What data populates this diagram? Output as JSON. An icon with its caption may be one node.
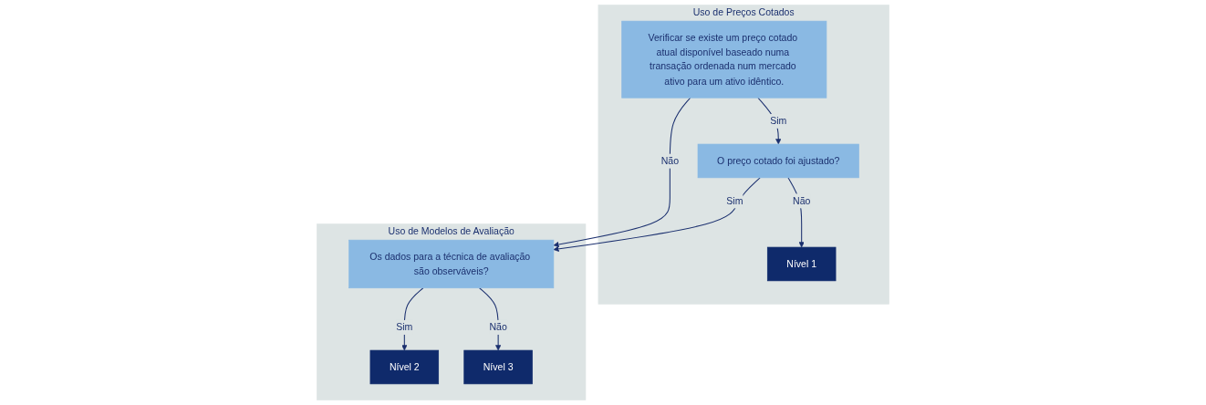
{
  "diagram": {
    "nodes": [
      {
        "text": [
          "Uso de Preços Cotados"
        ]
      },
      {
        "text": [
          "Verificar se existe um preço cotado atual disponível baseado numa transação ordenada num mercado ativo para um ativo idêntico."
        ],
        "in": 0
      },
      {
        "text": [
          "O preço cotado foi ajustado?"
        ],
        "in": 0
      },
      {
        "text": [
          "Nível 1"
        ],
        "in": 0
      },
      {
        "text": [
          "Uso de Modelos de Avaliação"
        ]
      },
      {
        "text": [
          "Os dados para a técnica de avaliação são observáveis?"
        ],
        "in": 4
      },
      {
        "text": [
          "Nível 2"
        ],
        "in": 4
      },
      {
        "text": [
          "Nível 3"
        ],
        "in": 4
      }
    ],
    "edges": [
      {
        "from": 1,
        "to": 2,
        "arrow": "to",
        "label": "Sim"
      },
      {
        "from": 2,
        "to": 3,
        "arrow": "to",
        "label": "Não"
      },
      {
        "from": 1,
        "to": 5,
        "arrow": "to",
        "label": "Não"
      },
      {
        "from": 2,
        "to": 5,
        "arrow": "to",
        "label": "Sim"
      },
      {
        "from": 5,
        "to": 6,
        "arrow": "to",
        "label": "Sim"
      },
      {
        "from": 5,
        "to": 7,
        "arrow": "to",
        "label": "Não"
      }
    ]
  }
}
